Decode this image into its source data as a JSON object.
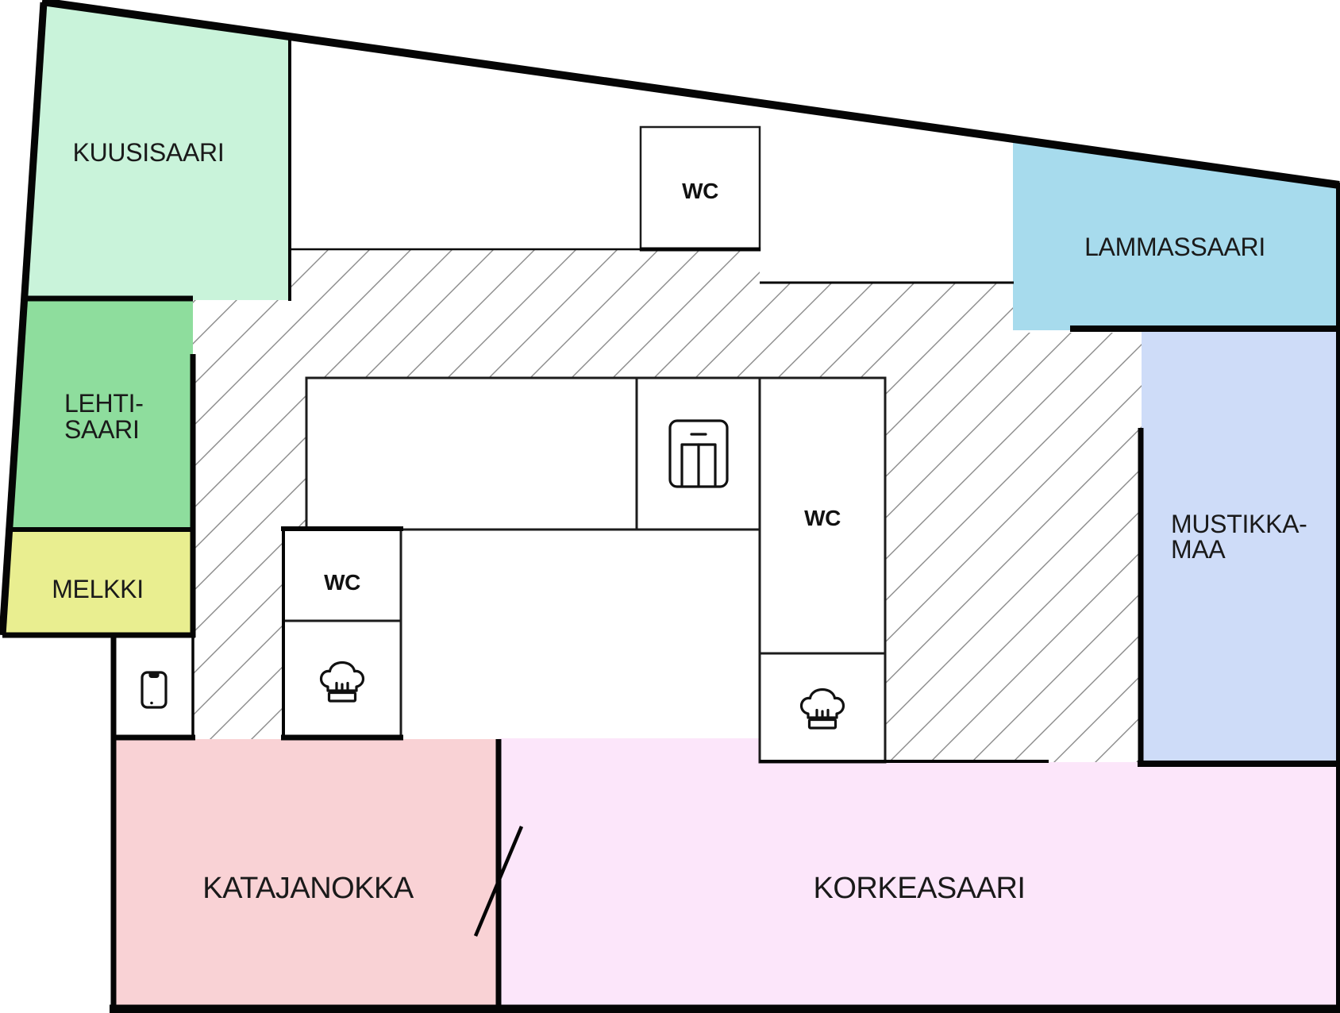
{
  "floorplan": {
    "rooms": {
      "kuusisaari": {
        "label": "KUUSISAARI",
        "color": "#c9f3da"
      },
      "lehtisaari": {
        "label": "LEHTI-SAARI",
        "line1": "LEHTI-",
        "line2": "SAARI",
        "color": "#8edd9d"
      },
      "melkki": {
        "label": "MELKKI",
        "color": "#e9ee90"
      },
      "lammassaari": {
        "label": "LAMMASSAARI",
        "color": "#a7dbed"
      },
      "mustikkamaa": {
        "label": "MUSTIKKA-MAA",
        "line1": "MUSTIKKA-",
        "line2": "MAA",
        "color": "#cedcf8"
      },
      "katajanokka": {
        "label": "KATAJANOKKA",
        "color": "#f9d2d5"
      },
      "korkeasaari": {
        "label": "KORKEASAARI",
        "color": "#fce6fa"
      }
    },
    "wc": {
      "label": "WC"
    },
    "icons": {
      "elevator": "elevator-icon",
      "kitchen_left": "chef-hat-icon",
      "kitchen_right": "chef-hat-icon",
      "phone_booth": "phone-icon"
    },
    "colors": {
      "wall": "#050505",
      "hatch_line": "#8a8a8a",
      "label_text": "#1a1a1a"
    }
  }
}
